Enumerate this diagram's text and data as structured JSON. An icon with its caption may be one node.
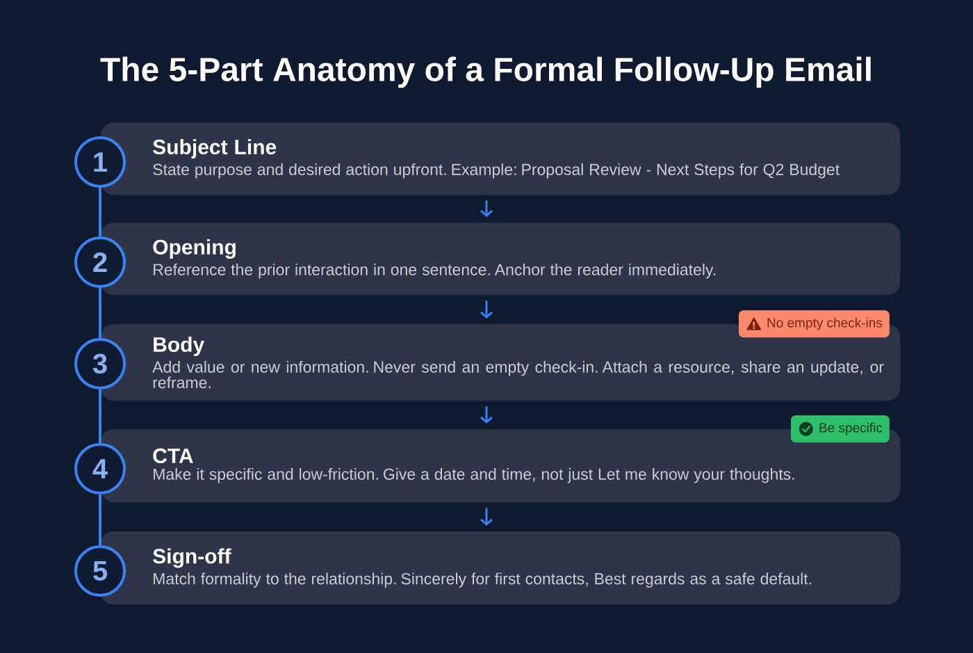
{
  "diagram": {
    "title": "The 5-Part Anatomy of a Formal Follow-Up Email",
    "nodes": [
      {
        "text": [
          "1"
        ]
      },
      {
        "text": [
          "Subject Line",
          "State purpose and desired action upfront. Example: Proposal Review - Next Steps for Q2 Budget"
        ]
      },
      {
        "text": [
          "2"
        ]
      },
      {
        "text": [
          "Opening",
          "Reference the prior interaction in one sentence. Anchor the reader immediately."
        ]
      },
      {
        "text": [
          "3"
        ]
      },
      {
        "text": [
          "Body",
          "Add value or new information. Never send an empty check-in. Attach a resource, share an update, or reframe."
        ]
      },
      {
        "text": [
          "4"
        ]
      },
      {
        "text": [
          "CTA",
          "Make it specific and low-friction. Give a date and time, not just Let me know your thoughts."
        ]
      },
      {
        "text": [
          "5"
        ]
      },
      {
        "text": [
          "Sign-off",
          "Match formality to the relationship. Sincerely for first contacts, Best regards as a safe default."
        ]
      },
      {
        "text": [
          "No empty check-ins"
        ]
      },
      {
        "text": [
          "Be specific"
        ]
      }
    ],
    "edges": [
      {
        "from": 0,
        "to": 2,
        "arrow": "none"
      },
      {
        "from": 2,
        "to": 4,
        "arrow": "none"
      },
      {
        "from": 4,
        "to": 6,
        "arrow": "none"
      },
      {
        "from": 6,
        "to": 8,
        "arrow": "none"
      },
      {
        "from": 1,
        "to": 3,
        "arrow": "to"
      },
      {
        "from": 3,
        "to": 5,
        "arrow": "to"
      },
      {
        "from": 5,
        "to": 7,
        "arrow": "to"
      },
      {
        "from": 7,
        "to": 9,
        "arrow": "to"
      }
    ]
  }
}
